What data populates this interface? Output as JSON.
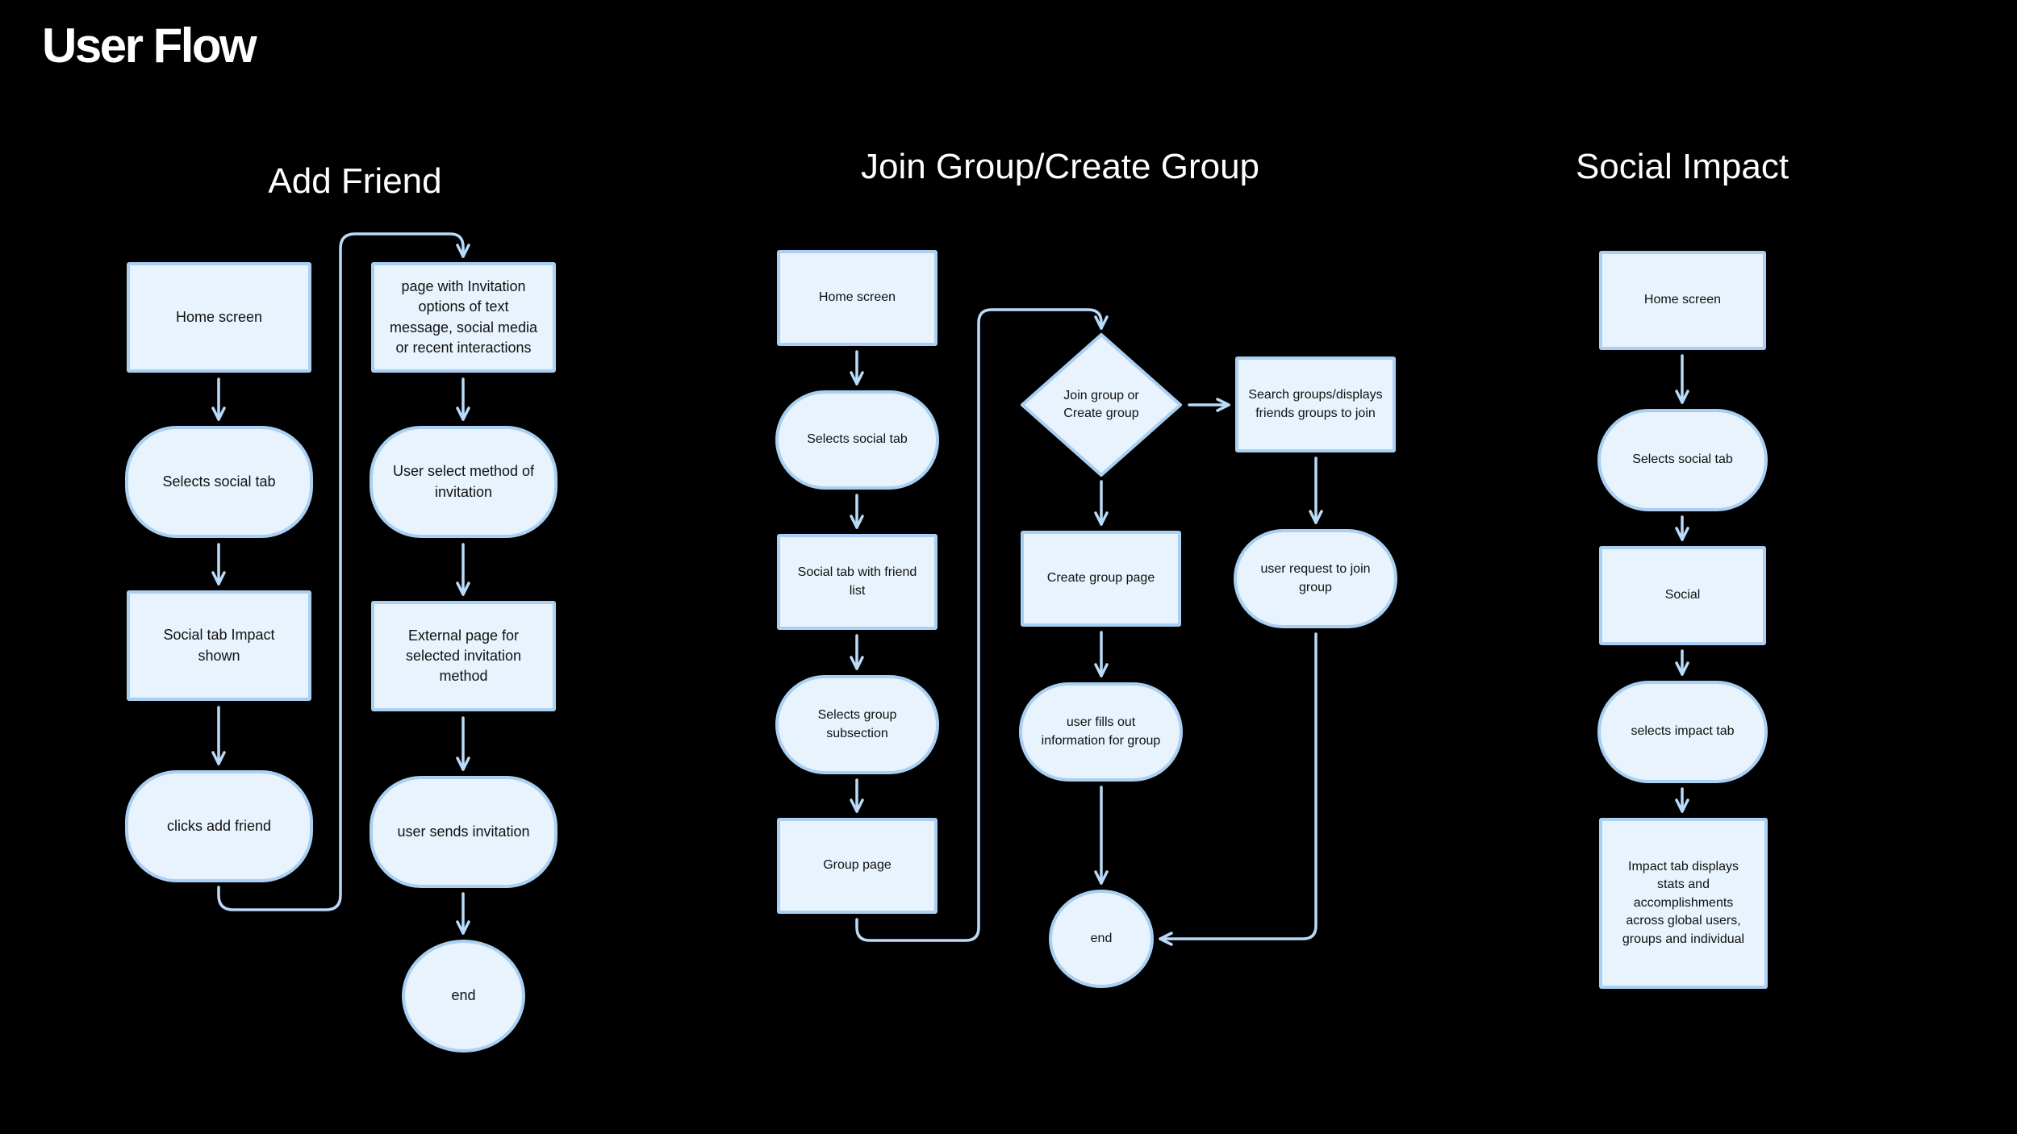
{
  "page": {
    "title": "User Flow"
  },
  "sections": {
    "add_friend": {
      "title": "Add Friend",
      "nodes": {
        "home": "Home screen",
        "selects_social": "Selects social tab",
        "impact_shown": "Social tab Impact shown",
        "clicks_add": "clicks add friend",
        "invitation_page": "page with Invitation options of text message, social media or recent interactions",
        "select_method": "User select method of invitation",
        "external_page": "External page for selected invitation method",
        "sends": "user sends invitation",
        "end": "end"
      }
    },
    "join_group": {
      "title": "Join Group/Create Group",
      "nodes": {
        "home": "Home screen",
        "selects_social": "Selects social tab",
        "friend_list": "Social tab with friend list",
        "group_subsection": "Selects group subsection",
        "group_page": "Group page",
        "decision": "Join group or Create group",
        "create_page": "Create group page",
        "fills_info": "user fills out information for group",
        "end": "end",
        "search_groups": "Search groups/displays friends groups to join",
        "request_join": "user request to join group"
      }
    },
    "social_impact": {
      "title": "Social Impact",
      "nodes": {
        "home": "Home screen",
        "selects_social": "Selects social tab",
        "social": "Social",
        "selects_impact": "selects impact tab",
        "impact_displays": "Impact tab displays stats and accomplishments across global users, groups and individual"
      }
    }
  },
  "colors": {
    "background": "#000000",
    "node_fill": "#e8f3fd",
    "node_border": "#a9cff3",
    "connector": "#b9daf8"
  }
}
